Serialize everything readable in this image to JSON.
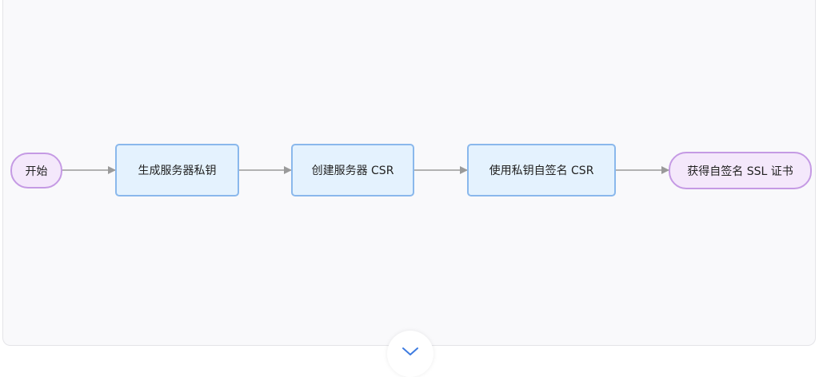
{
  "flowchart": {
    "nodes": [
      {
        "id": "start",
        "shape": "terminal",
        "label": "开始"
      },
      {
        "id": "gen-key",
        "shape": "process",
        "label": "生成服务器私钥"
      },
      {
        "id": "create-csr",
        "shape": "process",
        "label": "创建服务器 CSR"
      },
      {
        "id": "self-sign",
        "shape": "process",
        "label": "使用私钥自签名 CSR"
      },
      {
        "id": "get-cert",
        "shape": "terminal",
        "label": "获得自签名 SSL 证书"
      }
    ],
    "edges": [
      {
        "from": "start",
        "to": "gen-key"
      },
      {
        "from": "gen-key",
        "to": "create-csr"
      },
      {
        "from": "create-csr",
        "to": "self-sign"
      },
      {
        "from": "self-sign",
        "to": "get-cert"
      }
    ]
  },
  "colors": {
    "terminal_fill": "#f4e8fb",
    "terminal_border": "#c59ae4",
    "process_fill": "#e4f2fe",
    "process_border": "#8ab8ec",
    "edge": "#9a9a9a",
    "expand_icon": "#3d7be0"
  },
  "icons": {
    "expand": "chevron-down-icon"
  }
}
